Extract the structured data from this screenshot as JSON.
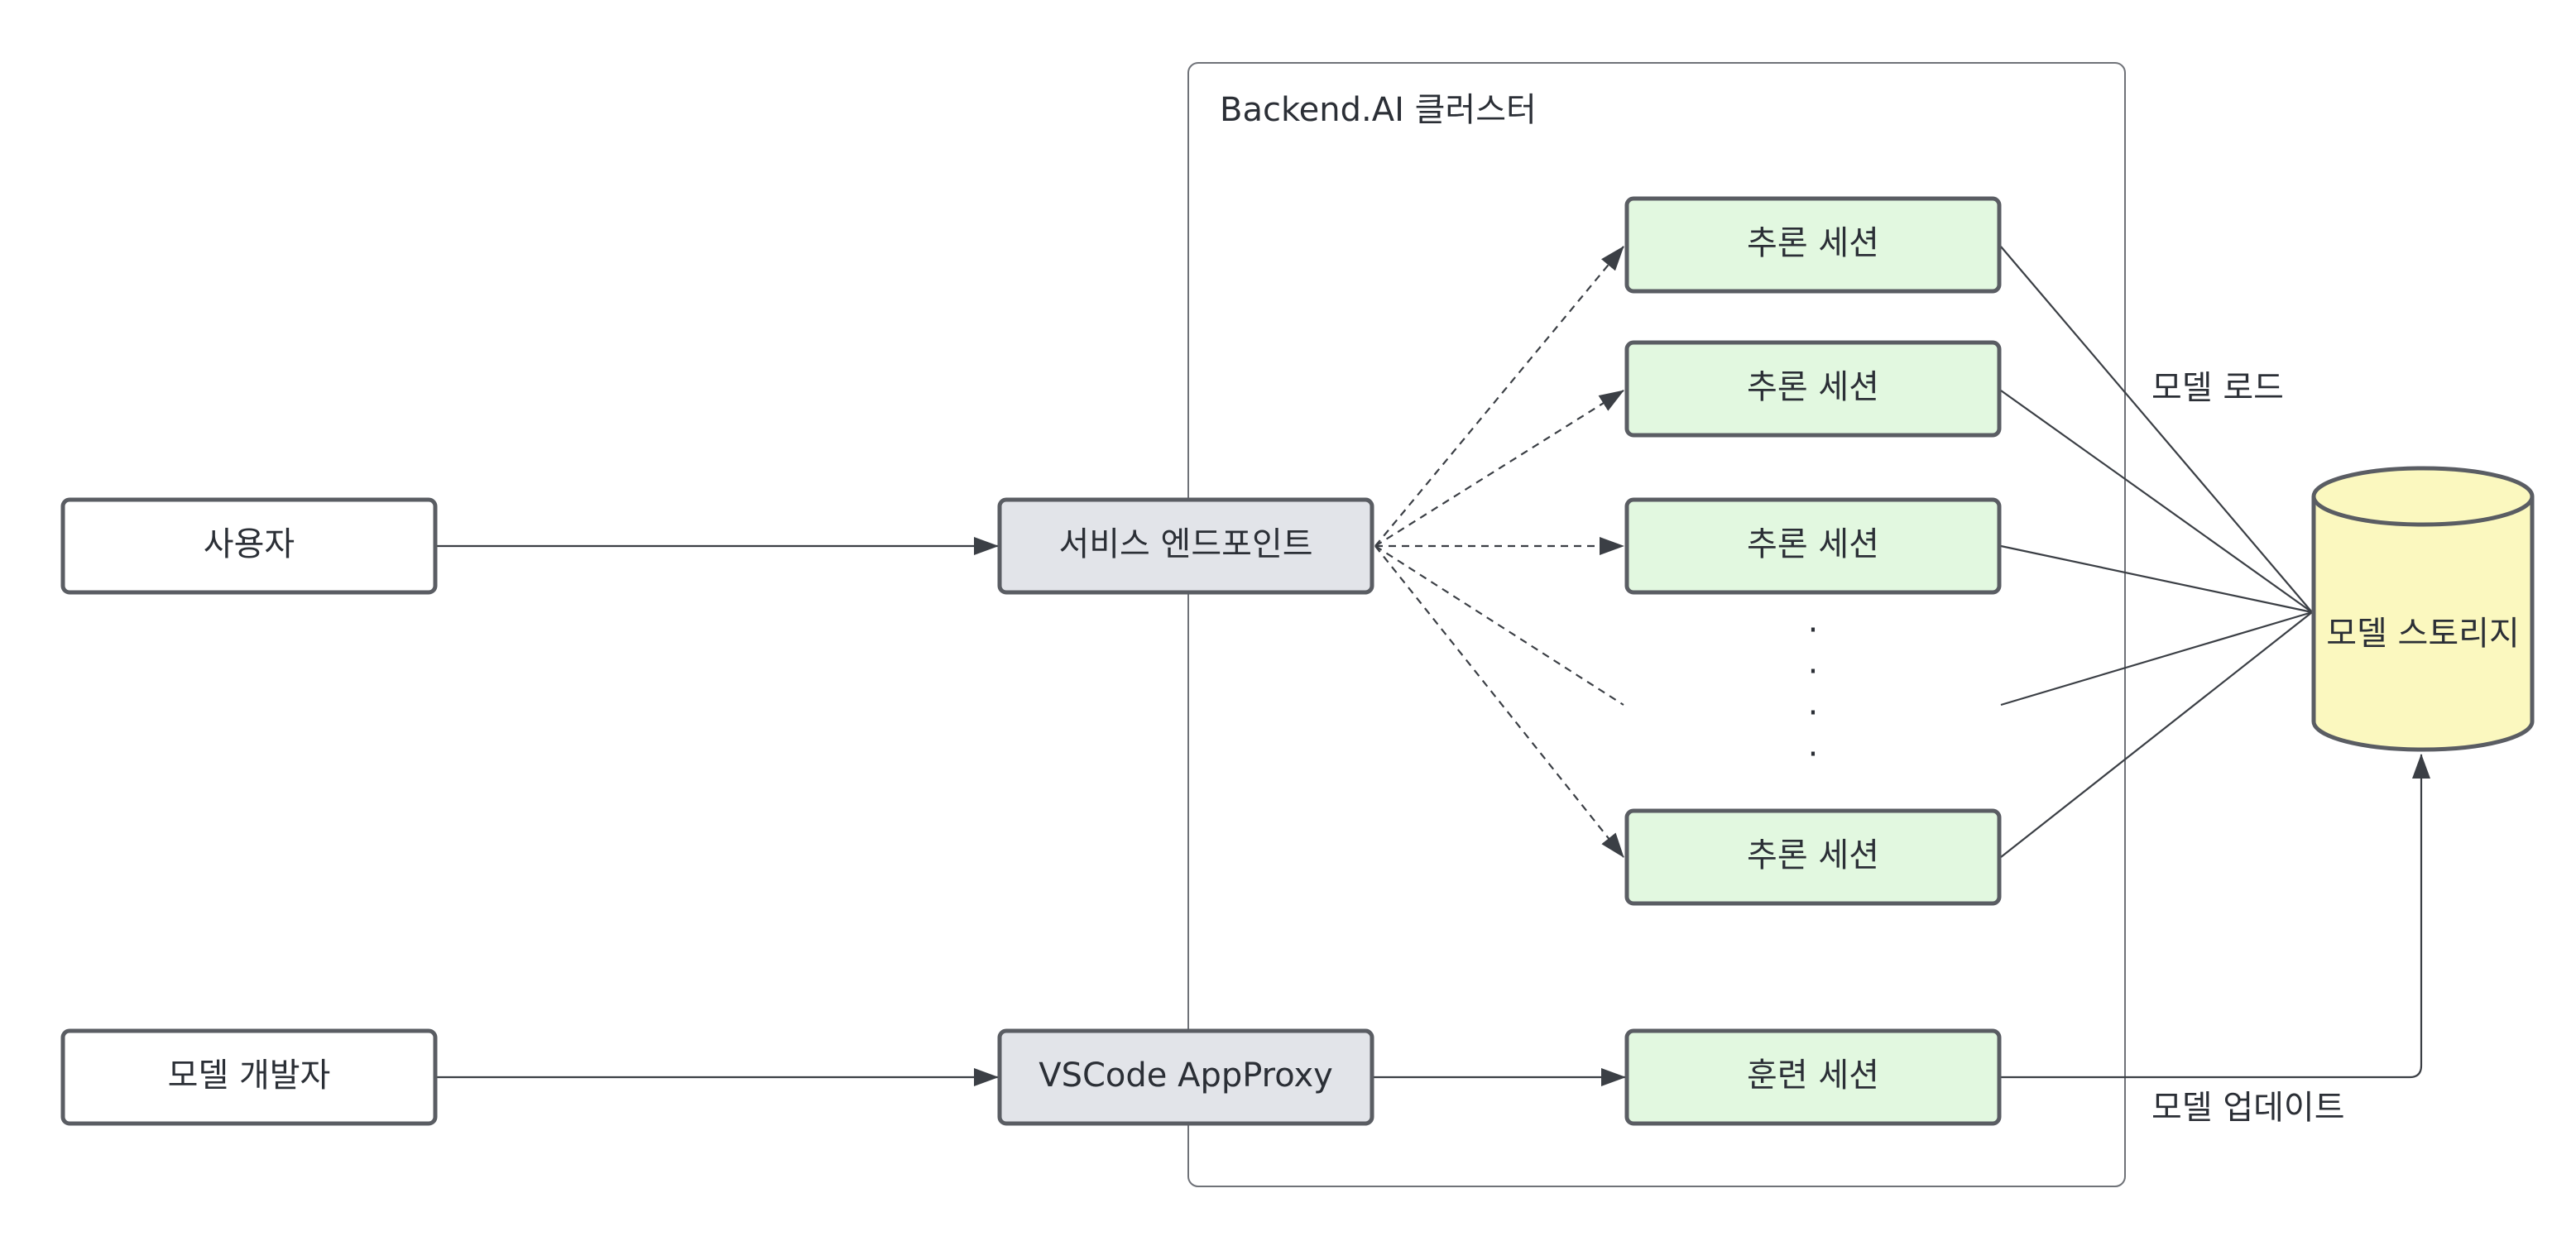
{
  "cluster": {
    "title": "Backend.AI 클러스터"
  },
  "nodes": {
    "user": "사용자",
    "developer": "모델 개발자",
    "service_endpoint": "서비스 엔드포인트",
    "vscode_proxy": "VSCode AppProxy",
    "inference_label": "추론 세션",
    "training": "훈련 세션",
    "storage": "모델 스토리지"
  },
  "ellipsis": "·",
  "edge_labels": {
    "model_load": "모델 로드",
    "model_update": "모델 업데이트"
  },
  "colors": {
    "white_fill": "#ffffff",
    "gray_fill": "#e2e4e9",
    "green_fill": "#e2f8e0",
    "yellow_fill": "#fbf8bf",
    "stroke": "#5a5d63",
    "cluster_stroke": "#6f7278"
  }
}
